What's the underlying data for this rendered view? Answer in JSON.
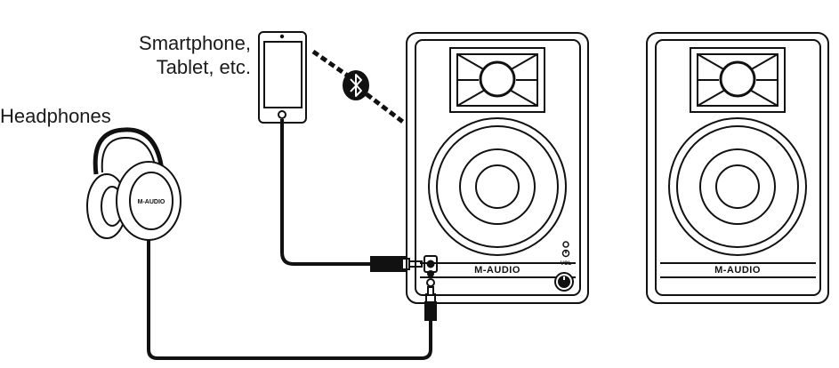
{
  "labels": {
    "smartphone_line1": "Smartphone,",
    "smartphone_line2": "Tablet, etc.",
    "headphones": "Headphones"
  },
  "brand": {
    "headphones": "M-AUDIO",
    "speaker_left": "M-AUDIO",
    "speaker_right": "M-AUDIO"
  },
  "panel": {
    "volume": "VOL"
  },
  "icons": [
    "bluetooth-icon",
    "power-icon",
    "headphone-jack-icon",
    "aux-jack-icon"
  ],
  "colors": {
    "line": "#111111",
    "background": "#ffffff"
  }
}
